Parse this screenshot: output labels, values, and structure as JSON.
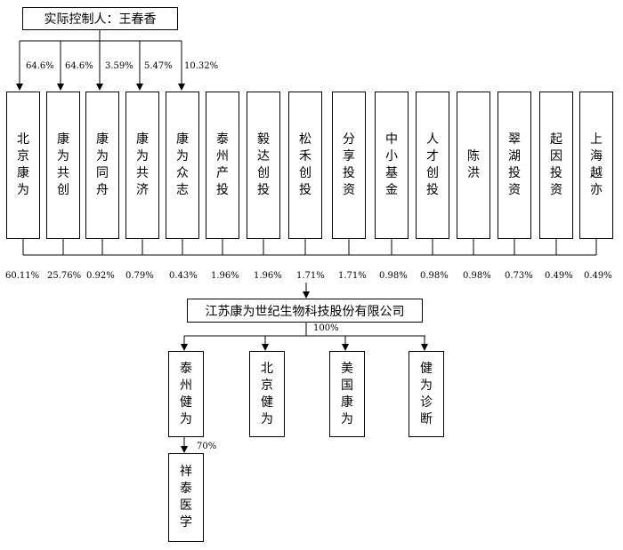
{
  "controller": {
    "label": "实际控制人：王春香"
  },
  "controller_links": [
    "64.6%",
    "64.6%",
    "3.59%",
    "5.47%",
    "10.32%"
  ],
  "shareholders": [
    {
      "name": "北京康为",
      "pct": "60.11%"
    },
    {
      "name": "康为共创",
      "pct": "25.76%"
    },
    {
      "name": "康为同舟",
      "pct": "0.92%"
    },
    {
      "name": "康为共济",
      "pct": "0.79%"
    },
    {
      "name": "康为众志",
      "pct": "0.43%"
    },
    {
      "name": "泰州产投",
      "pct": "1.96%"
    },
    {
      "name": "毅达创投",
      "pct": "1.96%"
    },
    {
      "name": "松禾创投",
      "pct": "1.71%"
    },
    {
      "name": "分享投资",
      "pct": "1.71%"
    },
    {
      "name": "中小基金",
      "pct": "0.98%"
    },
    {
      "name": "人才创投",
      "pct": "0.98%"
    },
    {
      "name": "陈洪",
      "pct": "0.98%"
    },
    {
      "name": "翠湖投资",
      "pct": "0.73%"
    },
    {
      "name": "起因投资",
      "pct": "0.49%"
    },
    {
      "name": "上海越亦",
      "pct": "0.49%"
    }
  ],
  "company": {
    "name": "江苏康为世纪生物科技股份有限公司"
  },
  "subsidiary_pct": "100%",
  "subsidiaries": [
    {
      "name": "泰州健为"
    },
    {
      "name": "北京健为"
    },
    {
      "name": "美国康为"
    },
    {
      "name": "健为诊断"
    }
  ],
  "sub_subsidiary": {
    "name": "祥泰医学",
    "pct": "70%"
  }
}
